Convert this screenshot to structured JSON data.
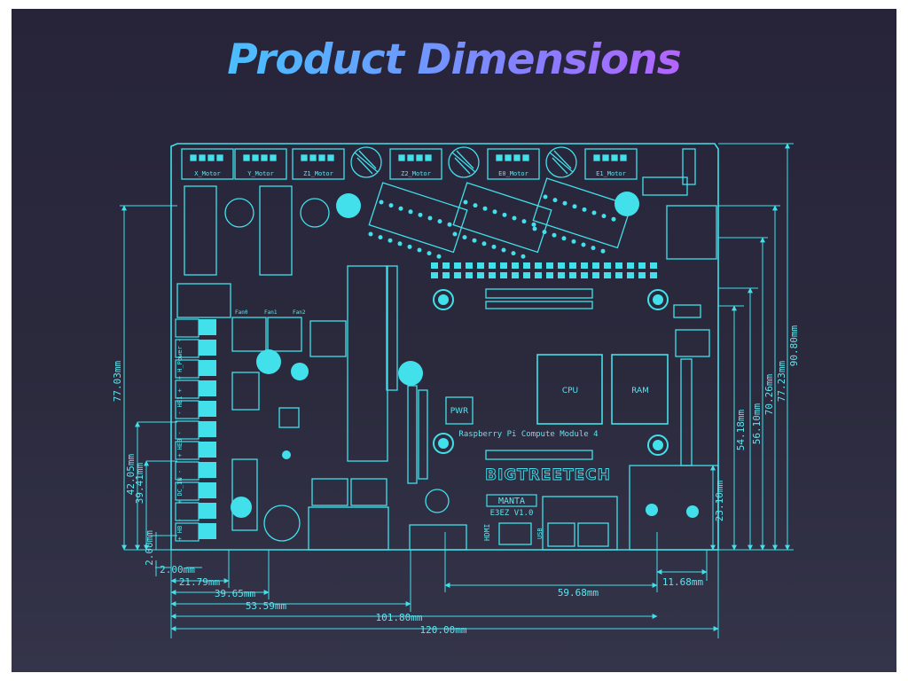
{
  "title": "Product Dimensions",
  "colors": {
    "background": "#2a283c",
    "line": "#42e0ea",
    "title_start": "#3fd8ff",
    "title_end": "#e048f0"
  },
  "board": {
    "motor_labels": [
      "X_Motor",
      "Y_Motor",
      "Z1_Motor",
      "Z2_Motor",
      "E0_Motor",
      "E1_Motor"
    ],
    "module_label": "Raspberry Pi Compute Module 4",
    "cpu_label": "CPU",
    "ram_label": "RAM",
    "pwr_label": "PWR",
    "logo": "BIGTREETECH",
    "model": "MANTA",
    "version": "E3EZ V1.0",
    "hdmi_label": "HDMI",
    "usb_label": "USB",
    "power_labels": [
      "+ H_Power -",
      "- HE1 +",
      "+ HE0 -",
      "+ DC_IN -",
      "+ HB -"
    ],
    "fan_labels": [
      "Fan0",
      "Fan1",
      "Fan2"
    ]
  },
  "dimensions": {
    "bottom": [
      "21.79mm",
      "39.65mm",
      "53.59mm",
      "101.80mm",
      "120.00mm",
      "59.68mm",
      "11.68mm",
      "2.00mm"
    ],
    "left": [
      "77.03mm",
      "42.05mm",
      "39.41mm",
      "2.00mm"
    ],
    "right": [
      "23.10mm",
      "54.18mm",
      "56.10mm",
      "70.26mm",
      "77.23mm",
      "90.80mm"
    ]
  }
}
